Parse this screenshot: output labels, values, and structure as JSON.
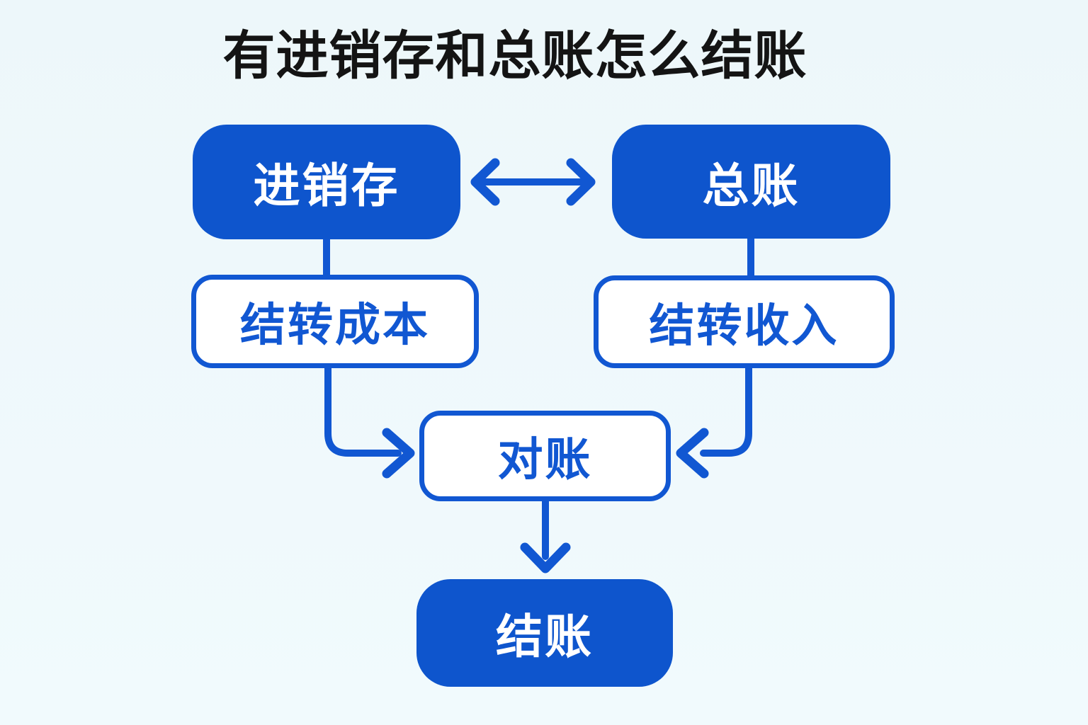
{
  "title": "有进销存和总账怎么结账",
  "colors": {
    "accent": "#1157d2",
    "accent_fill": "#0e55cd",
    "bg_top": "#edf7fa",
    "bg_bottom": "#f1fafd",
    "title": "#141414",
    "light_text": "#ffffff"
  },
  "nodes": [
    {
      "id": "inventory",
      "label": "进销存",
      "type": "solid"
    },
    {
      "id": "general-ledger",
      "label": "总账",
      "type": "solid"
    },
    {
      "id": "carry-forward-cost",
      "label": "结转成本",
      "type": "outline"
    },
    {
      "id": "carry-forward-income",
      "label": "结转收入",
      "type": "outline"
    },
    {
      "id": "reconciliation",
      "label": "对账",
      "type": "outline"
    },
    {
      "id": "closing",
      "label": "结账",
      "type": "solid"
    }
  ],
  "edges": [
    {
      "from": "进销存",
      "to": "总账",
      "style": "double-arrow"
    },
    {
      "from": "进销存",
      "to": "结转成本",
      "style": "line"
    },
    {
      "from": "总账",
      "to": "结转收入",
      "style": "line"
    },
    {
      "from": "结转成本",
      "to": "对账",
      "style": "arrow"
    },
    {
      "from": "结转收入",
      "to": "对账",
      "style": "arrow"
    },
    {
      "from": "对账",
      "to": "结账",
      "style": "arrow"
    }
  ]
}
